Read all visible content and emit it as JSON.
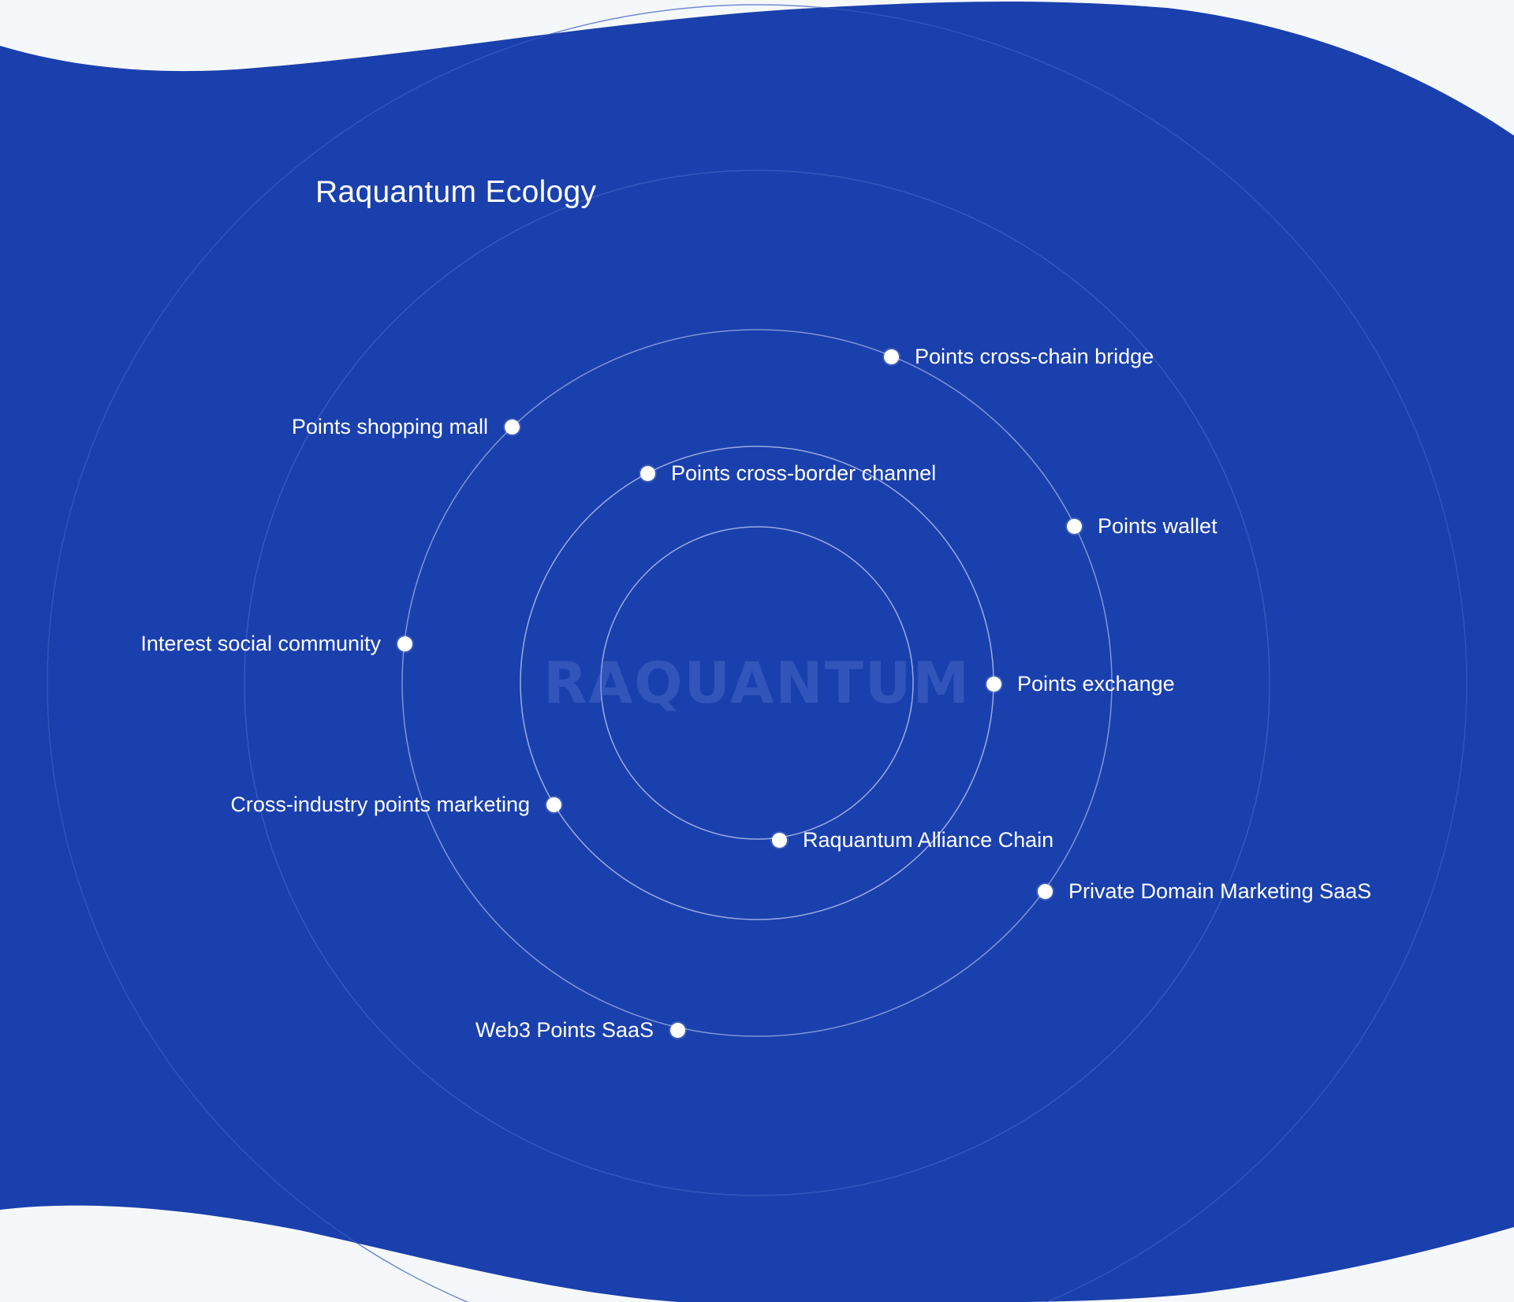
{
  "title": "Raquantum Ecology",
  "watermark": "RAQUANTUM",
  "colors": {
    "background": "#f5f8fb",
    "band": "#1a40ad",
    "ring": "#8fa4e0",
    "node": "#ffffff",
    "text": "#ffffff"
  },
  "nodes": [
    {
      "id": "cross-chain-bridge",
      "label": "Points cross-chain bridge"
    },
    {
      "id": "shopping-mall",
      "label": "Points shopping mall"
    },
    {
      "id": "cross-border-channel",
      "label": "Points cross-border channel"
    },
    {
      "id": "wallet",
      "label": "Points wallet"
    },
    {
      "id": "social-community",
      "label": "Interest social community"
    },
    {
      "id": "exchange",
      "label": "Points exchange"
    },
    {
      "id": "cross-industry-marketing",
      "label": "Cross-industry points marketing"
    },
    {
      "id": "alliance-chain",
      "label": "Raquantum Alliance Chain"
    },
    {
      "id": "private-domain-saas",
      "label": "Private Domain Marketing SaaS"
    },
    {
      "id": "web3-saas",
      "label": "Web3 Points SaaS"
    }
  ]
}
